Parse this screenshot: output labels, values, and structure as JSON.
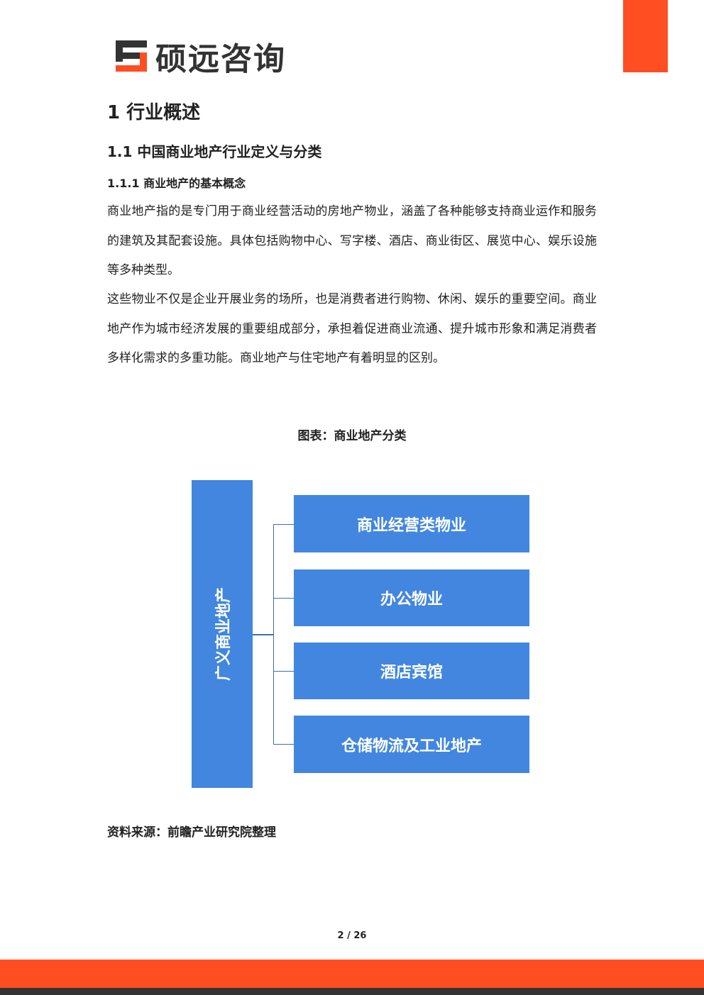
{
  "header": {
    "logo_text": "硕远咨询"
  },
  "headings": {
    "h1": "1  行业概述",
    "h2": "1.1  中国商业地产行业定义与分类",
    "h3": "1.1.1  商业地产的基本概念"
  },
  "paragraphs": [
    "商业地产指的是专门用于商业经营活动的房地产物业，涵盖了各种能够支持商业运作和服务的建筑及其配套设施。具体包括购物中心、写字楼、酒店、商业街区、展览中心、娱乐设施等多种类型。",
    "这些物业不仅是企业开展业务的场所，也是消费者进行购物、休闲、娱乐的重要空间。商业地产作为城市经济发展的重要组成部分，承担着促进商业流通、提升城市形象和满足消费者多样化需求的多重功能。商业地产与住宅地产有着明显的区别。"
  ],
  "figure": {
    "caption": "图表：商业地产分类",
    "root": "广义商业地产",
    "children": [
      "商业经营类物业",
      "办公物业",
      "酒店宾馆",
      "仓储物流及工业地产"
    ],
    "source": "资料来源：前瞻产业研究院整理"
  },
  "footer": {
    "page": "2 / 26"
  },
  "colors": {
    "accent": "#fe4e22",
    "box": "#4286e0"
  }
}
